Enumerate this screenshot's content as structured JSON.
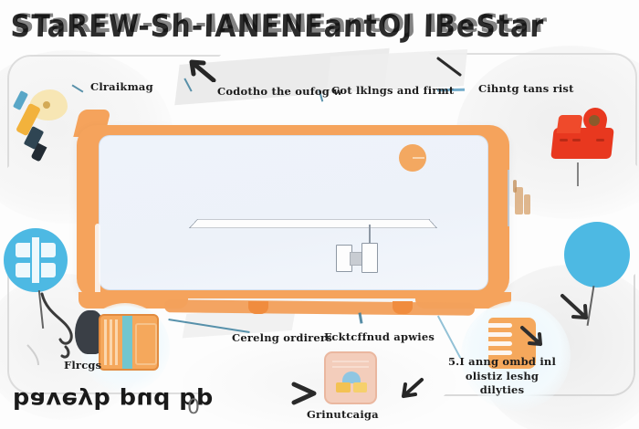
{
  "title": {
    "text": "STaREW-Sh-IANENEantOJ  IBeStar"
  },
  "caption": {
    "text": "baveyb pud bp",
    "trailing": "0"
  },
  "callouts": [
    {
      "id": "clraikmag",
      "text": "Clraikmag"
    },
    {
      "id": "codotho",
      "text": "Codotho the  oufog   w"
    },
    {
      "id": "cotlklngs",
      "text": "Cot lklngs and firmt"
    },
    {
      "id": "cihntg",
      "text": "Cihntg tans rist"
    },
    {
      "id": "flrcgs",
      "text": "Flrcgs"
    },
    {
      "id": "cerelng",
      "text": "Cerelng ordirers"
    },
    {
      "id": "fcktcfinud",
      "text": "Fcktcffnud apwies"
    },
    {
      "id": "grinutcaiga",
      "text": "Grinutcaiga"
    },
    {
      "id": "fiveanng",
      "text": "5.I anng ombd inl olistiz leshg dilyties"
    }
  ],
  "icons": {
    "pen": "pen-icon",
    "red_machine": "red-machine-icon",
    "blue_circle_left": "blue-circle-logo-icon",
    "blue_circle_right": "blue-circle-icon",
    "striped_book": "striped-book-icon",
    "peach_card": "peach-card-icon",
    "notepad": "notepad-icon",
    "orange_dot": "orange-dot-icon",
    "beaker": "beaker-icon"
  },
  "colors": {
    "orange": "#f5a35c",
    "orange_dark": "#e28b3f",
    "screen_blue": "#eef3fa",
    "blue_circle": "#4db9e3",
    "red": "#e8381f",
    "teal": "#72c6cf",
    "peach": "#f3cdbb",
    "leader": "#3d7f9c",
    "text": "#1c1c1c",
    "background": "#fdfdfd"
  }
}
